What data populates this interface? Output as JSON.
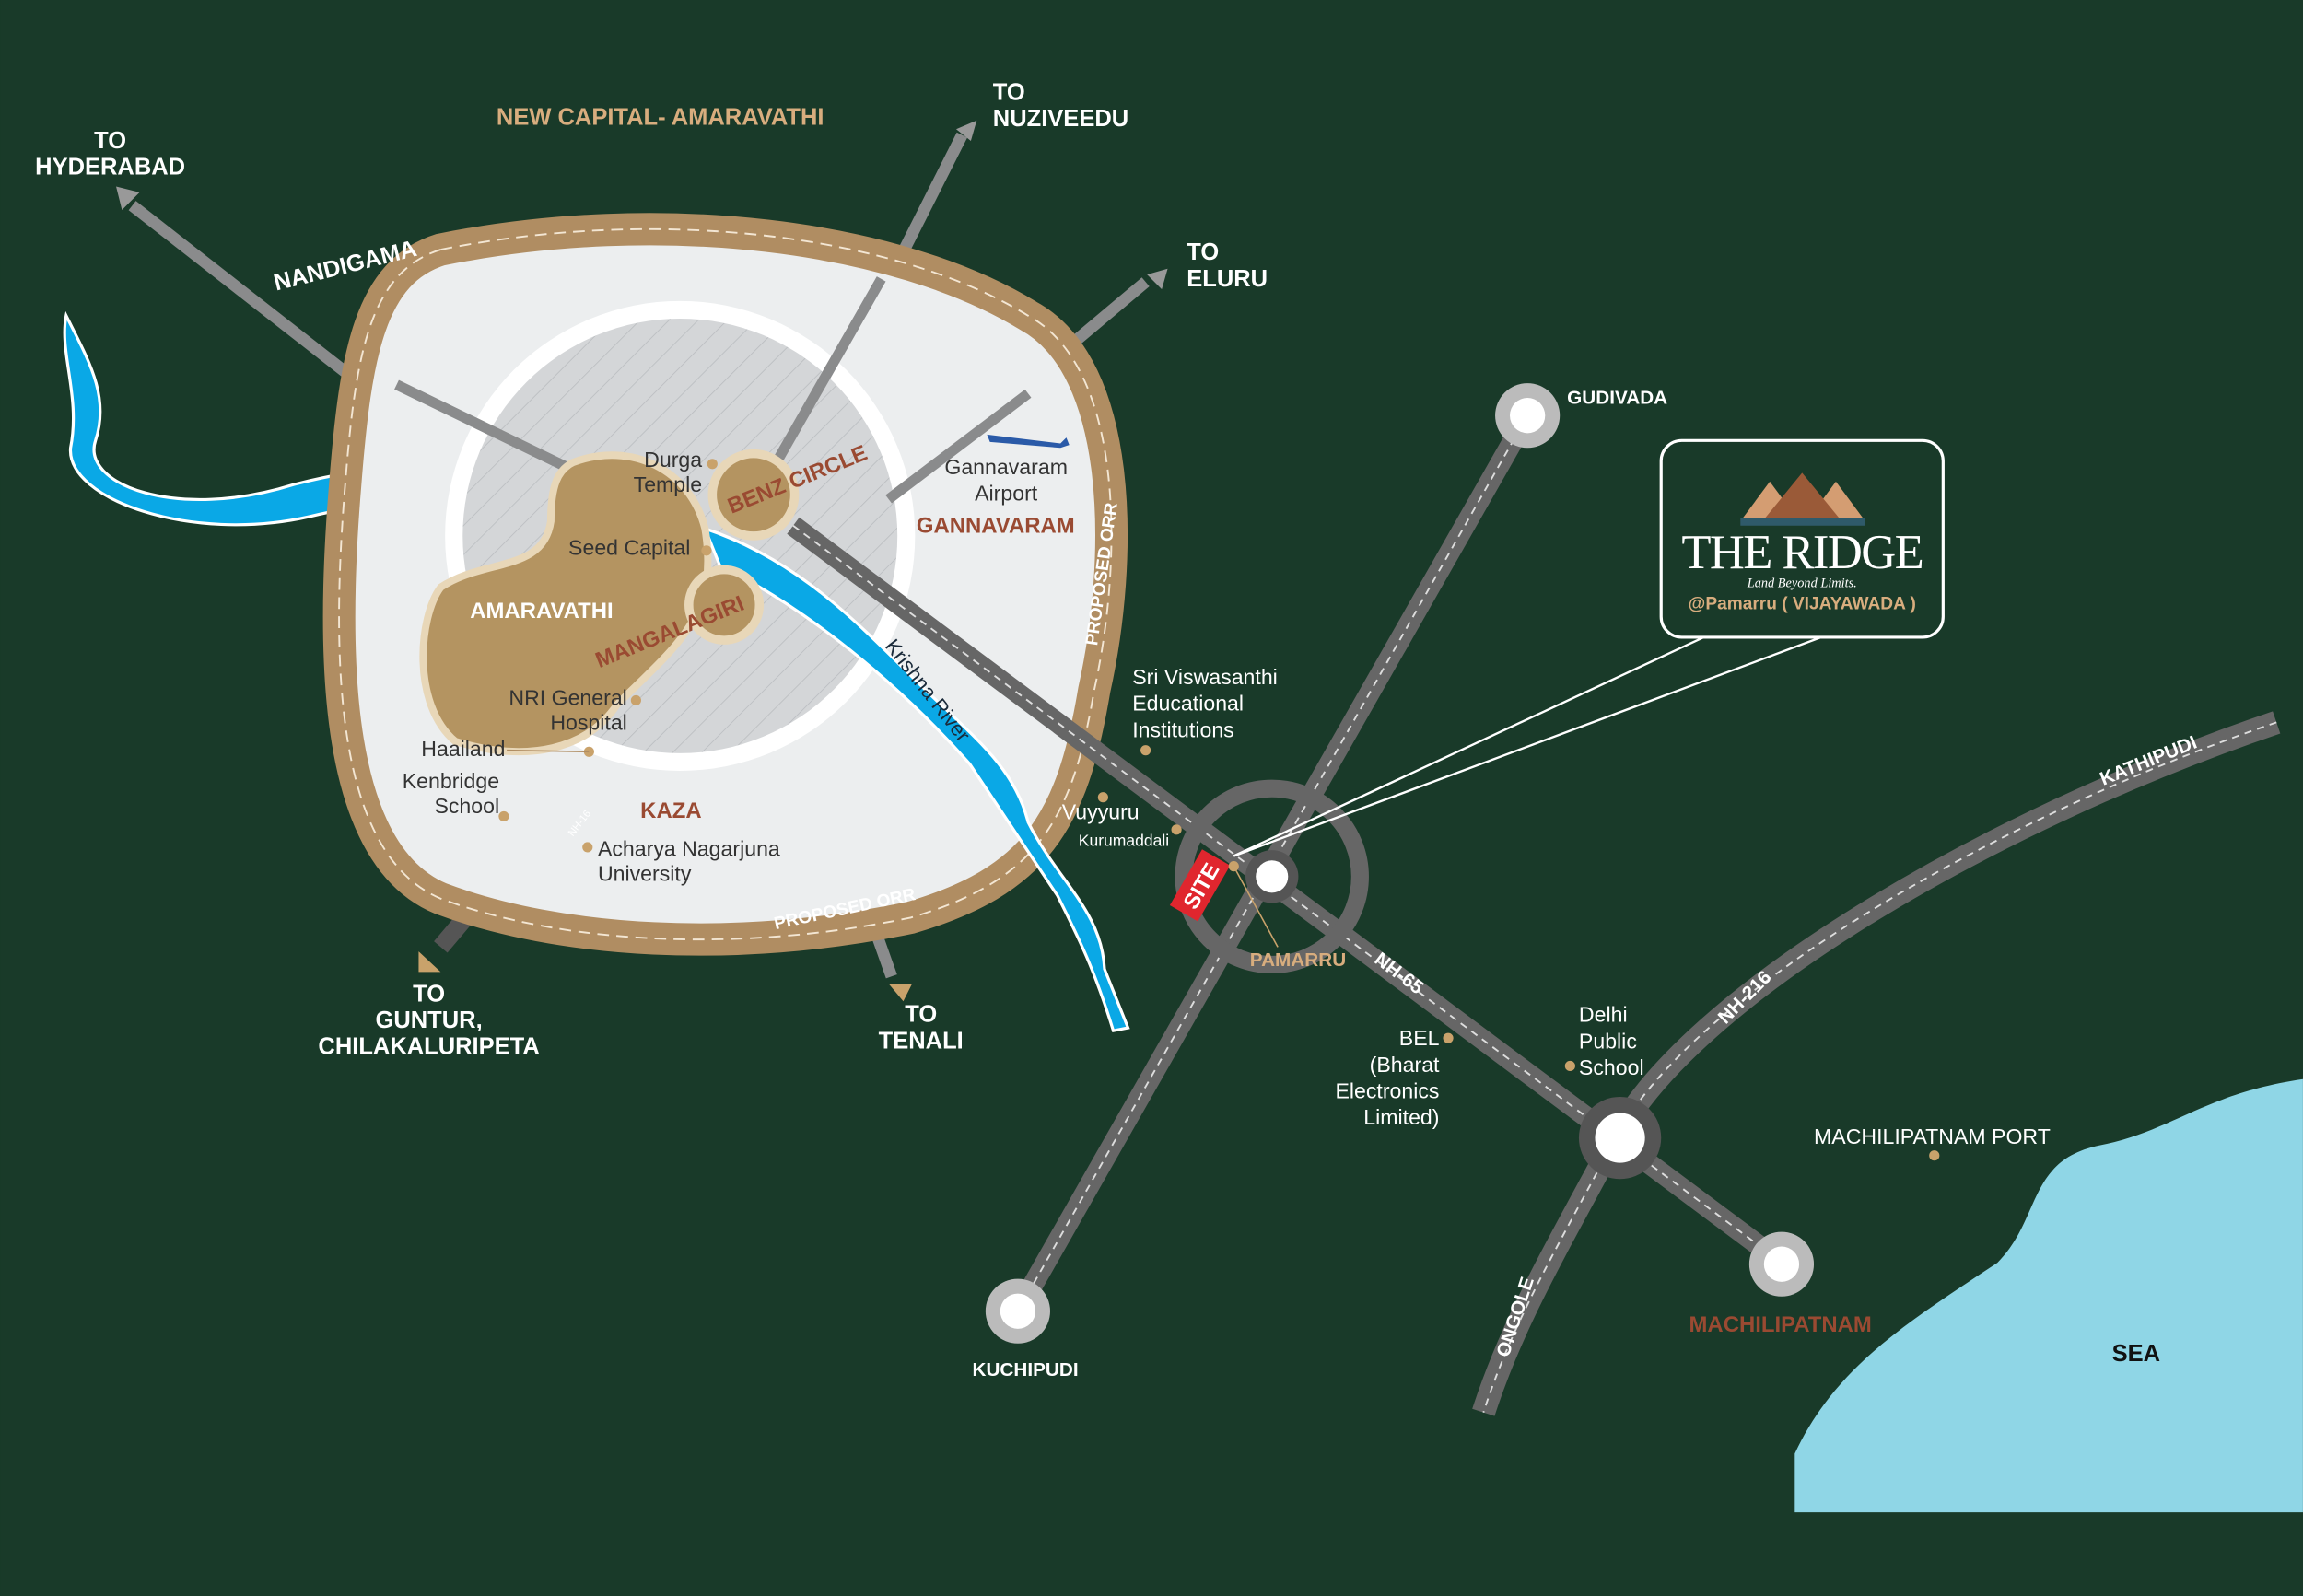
{
  "title": "NEW CAPITAL- AMARAVATHI",
  "destinations": {
    "hyderabad": [
      "TO",
      "HYDERABAD"
    ],
    "nuziveedu": [
      "TO",
      "NUZIVEEDU"
    ],
    "eluru": [
      "TO",
      "ELURU"
    ],
    "guntur": [
      "TO",
      "GUNTUR,",
      "CHILAKALURIPETA"
    ],
    "tenali": [
      "TO",
      "TENALI"
    ],
    "nandigama": "NANDIGAMA",
    "gudivada": "GUDIVADA",
    "kuchipudi": "KUCHIPUDI",
    "machilipatnam": "MACHILIPATNAM",
    "sea": "SEA"
  },
  "towns": {
    "amaravathi": "AMARAVATHI",
    "benz_circle": "BENZ CIRCLE",
    "mangalagiri": "MANGALAGIRI",
    "gannavaram": "GANNAVARAM",
    "kaza": "KAZA",
    "pamarru": "PAMARRU"
  },
  "pois": {
    "durga": [
      "Durga",
      "Temple"
    ],
    "seed": "Seed Capital",
    "airport": [
      "Gannavaram",
      "Airport"
    ],
    "nri": [
      "NRI General",
      "Hospital"
    ],
    "haailand": "Haailand",
    "kenbridge": [
      "Kenbridge",
      "School"
    ],
    "acharya": [
      "Acharya Nagarjuna",
      "University"
    ],
    "sri": [
      "Sri Viswasanthi",
      "Educational",
      "Institutions"
    ],
    "vuyyuru": "Vuyyuru",
    "kurumaddali": "Kurumaddali",
    "bel": [
      "BEL",
      "(Bharat",
      "Electronics",
      "Limited)"
    ],
    "dps": [
      "Delhi",
      "Public",
      "School"
    ],
    "port": "MACHILIPATNAM PORT"
  },
  "roads": {
    "orr_1": "PROPOSED ORR",
    "orr_2": "PROPOSED ORR",
    "nh16": "NH-16",
    "nh65": "NH-65",
    "nh216": "NH-216",
    "kathipudi": "KATHIPUDI",
    "ongole": "ONGOLE"
  },
  "river": "Krishna River",
  "site": "SITE",
  "logo": {
    "name": "THE RIDGE",
    "tagline": "Land Beyond Limits.",
    "location": "@Pamarru ( VIJAYAWADA )"
  },
  "colors": {
    "background": "#193a29",
    "ring": "#b08d62",
    "river": "#0aa8e6",
    "sea": "#8fd6e6",
    "site": "#e0262e",
    "accent": "#d8ad7e"
  }
}
